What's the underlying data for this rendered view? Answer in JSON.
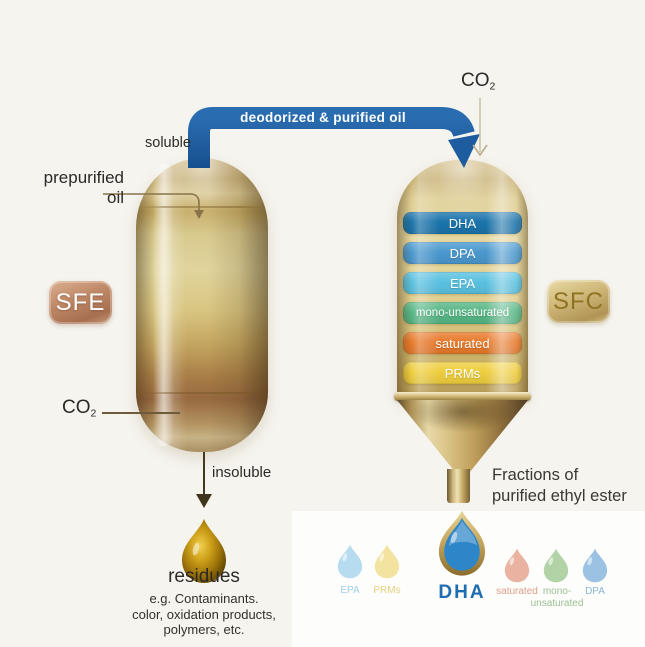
{
  "labels": {
    "soluble": "soluble",
    "prepurified_line1": "prepurified",
    "prepurified_line2": "oil",
    "insoluble": "insoluble",
    "pipe": "deodorized & purified oil",
    "fractions_line1": "Fractions of",
    "fractions_line2": "purified ethyl ester",
    "co2_base": "CO",
    "co2_sub": "2"
  },
  "badges": {
    "sfe": {
      "label": "SFE",
      "bg": "#bc8666",
      "text_color": "#ffffff"
    },
    "sfc": {
      "label": "SFC",
      "bg": "#c9b272",
      "text_color": "#8f7325"
    }
  },
  "residues": {
    "title": "residues",
    "lines": [
      "e.g. Contaminants.",
      "color, oxidation products,",
      "polymers, etc."
    ]
  },
  "bands": [
    {
      "label": "DHA",
      "color": "#1b74ab"
    },
    {
      "label": "DPA",
      "color": "#4a98ce"
    },
    {
      "label": "EPA",
      "color": "#5ac1e0"
    },
    {
      "label": "mono-unsaturated",
      "color": "#57b685"
    },
    {
      "label": "saturated",
      "color": "#e77a2c"
    },
    {
      "label": "PRMs",
      "color": "#eecd3e"
    }
  ],
  "droplets": [
    {
      "name": "EPA",
      "fill": "#b7dcef",
      "label": "EPA",
      "label_color": "#a2cfe6"
    },
    {
      "name": "PRMs",
      "fill": "#f3e3a1",
      "label": "PRMs",
      "label_color": "#e3d080"
    },
    {
      "name": "DHA",
      "fill": "#2d86c8",
      "label": "DHA",
      "label_color": "#1e6cb2",
      "ring_color": "#b3924a"
    },
    {
      "name": "saturated",
      "fill": "#eab2a0",
      "label": "saturated",
      "label_color": "#df9f89"
    },
    {
      "name": "mono-unsaturated",
      "fill": "#b2d3a5",
      "label": "mono-",
      "label2": "unsaturated",
      "label_color": "#9cc092"
    },
    {
      "name": "DPA",
      "fill": "#9bc2e2",
      "label": "DPA",
      "label_color": "#8cb5d8"
    }
  ],
  "residue_droplet_color": "#b5830f",
  "colors": {
    "pipe_blue": "#1d5c9e",
    "background": "#f6f4ef"
  }
}
